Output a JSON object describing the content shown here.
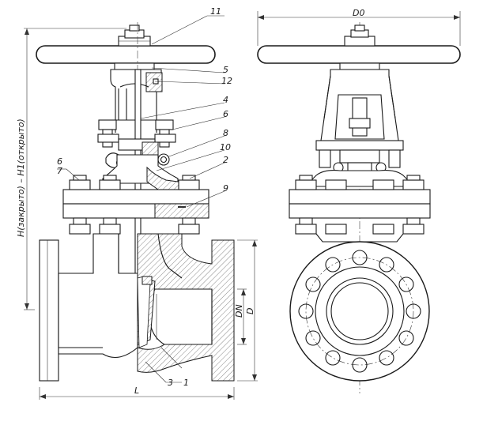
{
  "callouts": {
    "c11": "11",
    "c5": "5",
    "c12": "12",
    "c4": "4",
    "c6": "6",
    "c8": "8",
    "c10": "10",
    "c2": "2",
    "c9": "9",
    "c6b": "6",
    "c7": "7",
    "c3": "3",
    "c1": "1"
  },
  "dimensions": {
    "height": "H(закрыто) – H1(открыто)",
    "width": "L",
    "handwheel": "D0",
    "nominal": "DN",
    "flange": "D"
  }
}
